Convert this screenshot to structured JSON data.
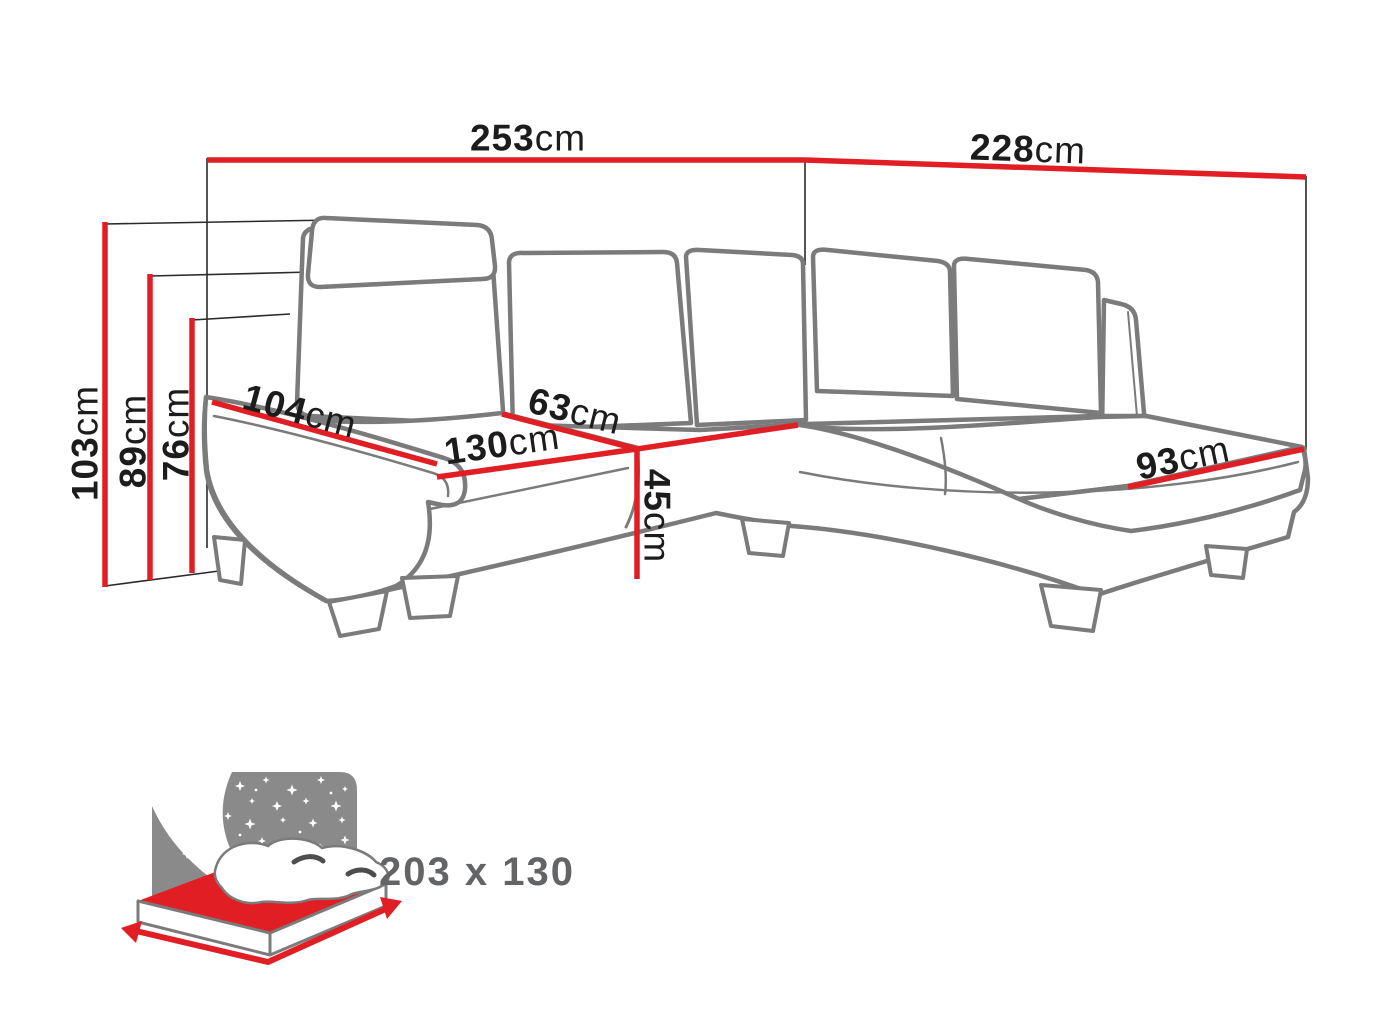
{
  "diagram_type": "corner-sofa dimension drawing",
  "colors": {
    "dimension_red": "#e01e24",
    "sofa_outline": "#7b7b7b",
    "icon_gray": "#8a8a8a",
    "bed_text_gray": "#636466",
    "label_black": "#1c1c1c"
  },
  "dimensions": {
    "total_width": {
      "value": "253",
      "unit": "cm"
    },
    "total_depth": {
      "value": "228",
      "unit": "cm"
    },
    "height_with_headrest": {
      "value": "103",
      "unit": "cm"
    },
    "height_backrest": {
      "value": "89",
      "unit": "cm"
    },
    "height_side": {
      "value": "76",
      "unit": "cm"
    },
    "armrest_length": {
      "value": "104",
      "unit": "cm"
    },
    "seat_width": {
      "value": "130",
      "unit": "cm"
    },
    "seat_depth": {
      "value": "63",
      "unit": "cm"
    },
    "seat_height": {
      "value": "45",
      "unit": "cm"
    },
    "chaise_width": {
      "value": "93",
      "unit": "cm"
    }
  },
  "sleeping_area": {
    "icon": "sleeping-function-icon",
    "label": "203 x 130"
  }
}
